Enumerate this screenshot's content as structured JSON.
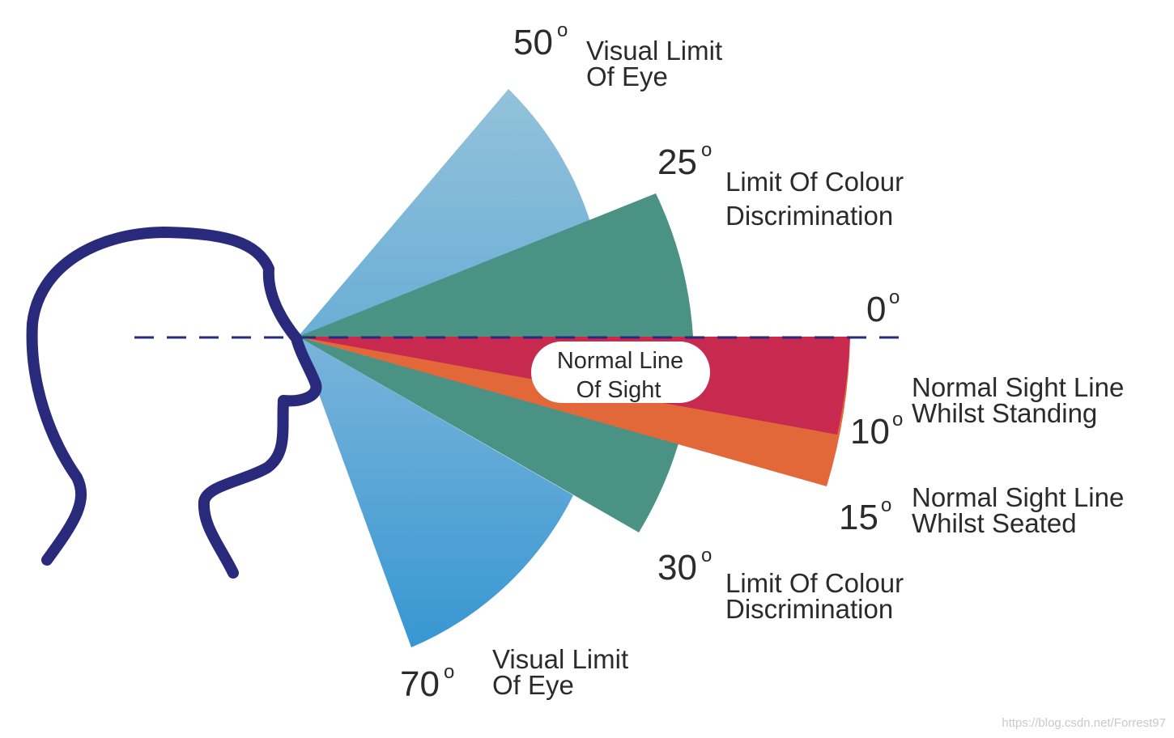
{
  "diagram": {
    "colors": {
      "visual_limit": "#6aaed6",
      "colour_limit": "#4a9284",
      "sight_standing": "#c8294e",
      "sight_seated": "#e2683a",
      "head_outline": "#2a2a7c",
      "reference_line": "#2a2a7c",
      "pill_fill": "#ffffff"
    },
    "center_label": {
      "line1": "Normal Line",
      "line2": "Of Sight"
    },
    "angles": {
      "up_50": {
        "value": "50",
        "unit": "o",
        "line1": "Visual Limit",
        "line2": "Of Eye"
      },
      "up_25": {
        "value": "25",
        "unit": "o",
        "line1": "Limit Of Colour",
        "line2": "Discrimination"
      },
      "zero": {
        "value": "0",
        "unit": "o"
      },
      "down_10": {
        "value": "10",
        "unit": "o",
        "line1": "Normal Sight Line",
        "line2": "Whilst Standing"
      },
      "down_15": {
        "value": "15",
        "unit": "o",
        "line1": "Normal Sight Line",
        "line2": "Whilst Seated"
      },
      "down_30": {
        "value": "30",
        "unit": "o",
        "line1": "Limit Of Colour",
        "line2": "Discrimination"
      },
      "down_70": {
        "value": "70",
        "unit": "o",
        "line1": "Visual Limit",
        "line2": "Of Eye"
      }
    },
    "watermark": "https://blog.csdn.net/Forrest97"
  }
}
